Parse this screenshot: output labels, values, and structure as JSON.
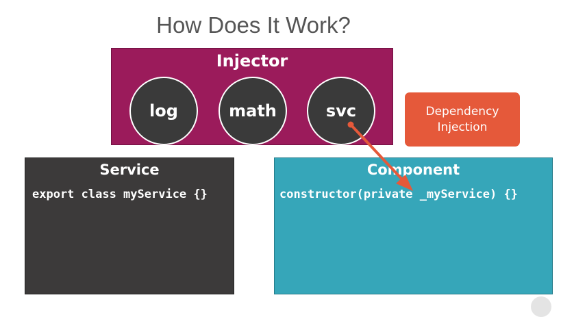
{
  "title": "How Does It Work?",
  "injector": {
    "label": "Injector",
    "services": [
      "log",
      "math",
      "svc"
    ]
  },
  "dependency_injection": {
    "label": "Dependency Injection"
  },
  "service": {
    "title": "Service",
    "code": "export class myService {}"
  },
  "component": {
    "title": "Component",
    "code": "constructor(private _myService) {}"
  },
  "colors": {
    "injector": "#9b1b5b",
    "bubble": "#3a3a3a",
    "service": "#3c3a3a",
    "component": "#36a6b9",
    "badge": "#e5593a"
  }
}
